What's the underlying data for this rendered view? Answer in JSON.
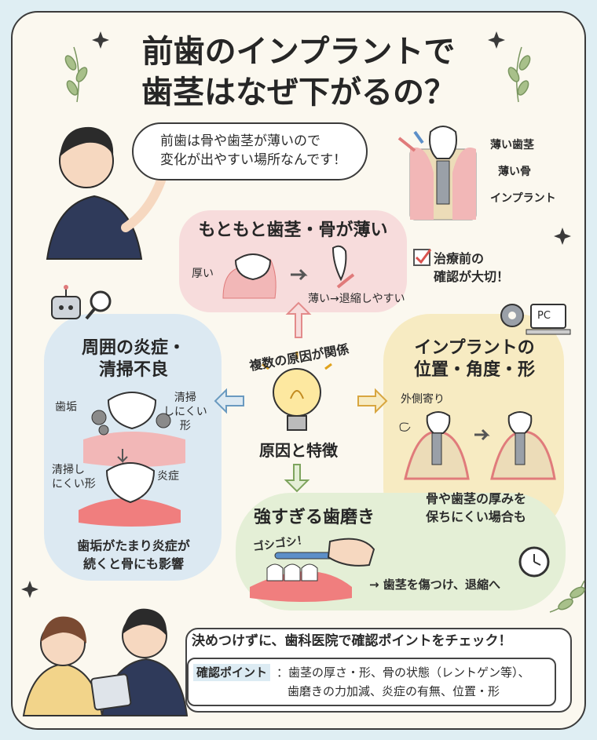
{
  "title": {
    "line1": "前歯のインプラントで",
    "line2": "歯茎はなぜ下がるの？"
  },
  "speech": {
    "line1": "前歯は骨や歯茎が薄いので",
    "line2": "変化が出やすい場所なんです！"
  },
  "diagram_top": {
    "gum": "薄い歯茎",
    "bone": "薄い骨",
    "implant": "インプラント"
  },
  "thin": {
    "heading": "もともと歯茎・骨が薄い",
    "thick": "厚い",
    "caption": "薄い→退縮しやすい"
  },
  "check": {
    "line1": "治療前の",
    "line2": "確認が大切！"
  },
  "center": {
    "arc": "複数の原因が関係",
    "label": "原因と特徴"
  },
  "left": {
    "heading1": "周囲の炎症・",
    "heading2": "清掃不良",
    "plaque": "歯垢",
    "hard1": "清掃",
    "hard2": "しにくい",
    "hard3": "形",
    "hard_b1": "清掃し",
    "hard_b2": "にくい形",
    "inflam": "炎症",
    "caption1": "歯垢がたまり炎症が",
    "caption2": "続くと骨にも影響"
  },
  "right": {
    "heading1": "インプラントの",
    "heading2": "位置・角度・形",
    "outer": "外側寄り",
    "caption1": "骨や歯茎の厚みを",
    "caption2": "保ちにくい場合も",
    "pc": "PC"
  },
  "brush": {
    "heading": "強すぎる歯磨き",
    "sound": "ゴシゴシ！",
    "caption": "→ 歯茎を傷つけ、退縮へ"
  },
  "footer": {
    "headline": "決めつけずに、歯科医院で確認ポイントをチェック！",
    "tag": "確認ポイント",
    "points1": "：歯茎の厚さ・形、骨の状態（レントゲン等）、",
    "points2": "歯磨きの力加減、炎症の有無、位置・形"
  },
  "colors": {
    "pink": "#f7dcdc",
    "blue": "#dce9f2",
    "yellow": "#f7ebc2",
    "green": "#e4efd6",
    "gum": "#e98a8a",
    "bone": "#ecdcb8"
  }
}
